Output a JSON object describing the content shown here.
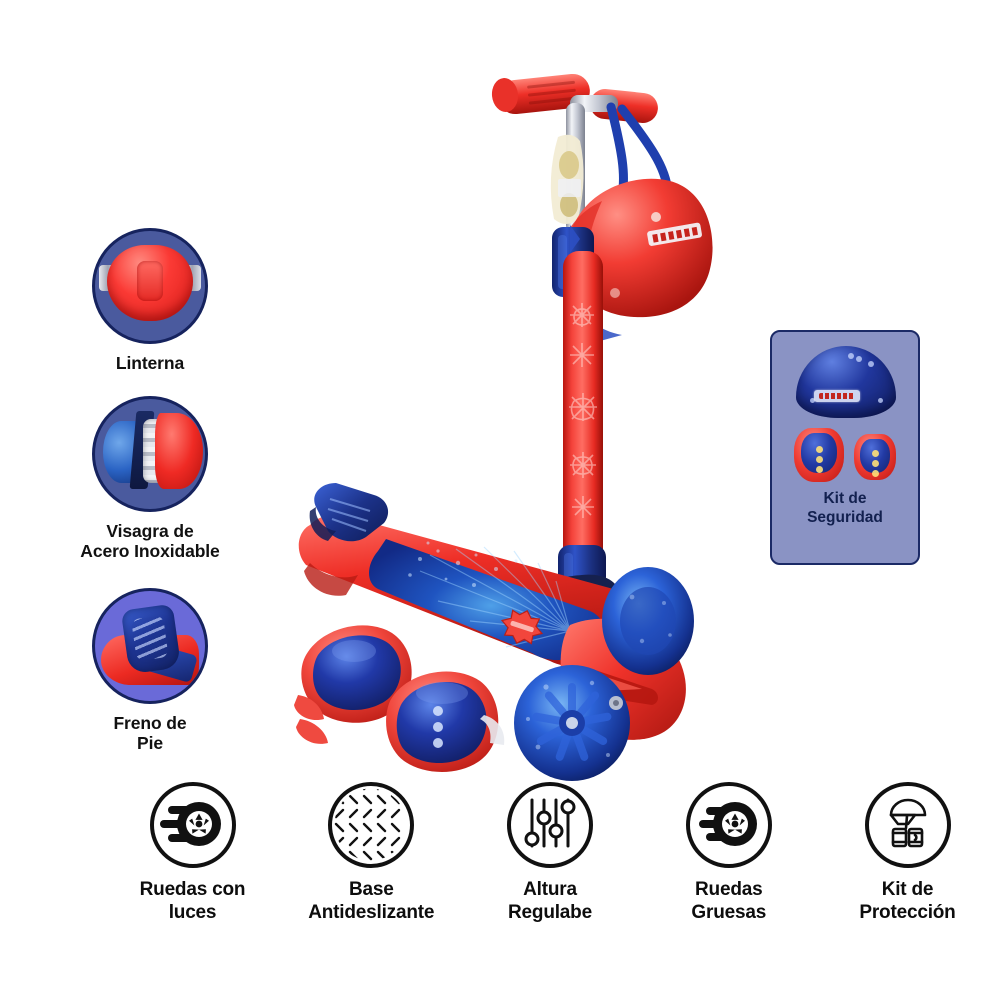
{
  "page": {
    "title": "Scooter infantil 3 ruedas - caracteristicas",
    "background_color": "#ffffff"
  },
  "colors": {
    "scooter_red": "#ee2a24",
    "scooter_blue": "#1e3594",
    "callout_circle_blue": "#4a5a9e",
    "callout_circle_periwinkle": "#6a6ad8",
    "callout_border_navy": "#16235e",
    "kit_panel_bg": "#8a93c4",
    "kit_panel_border": "#1b2a66",
    "icon_black": "#111111",
    "label_text": "#0d0d0d",
    "kit_label_text": "#12204f"
  },
  "left_callouts": [
    {
      "id": "linterna",
      "label": "Linterna",
      "icon": "flashlight-lens-photo",
      "circle_color": "#4a5a9e"
    },
    {
      "id": "visagra",
      "label": "Visagra de\nAcero Inoxidable",
      "label_line1": "Visagra de",
      "label_line2": "Acero Inoxidable",
      "icon": "stainless-hinge-photo",
      "circle_color": "#4a5a9e"
    },
    {
      "id": "freno",
      "label": "Freno de\nPie",
      "label_line1": "Freno de",
      "label_line2": "Pie",
      "icon": "foot-brake-photo",
      "circle_color": "#6a6ad8"
    }
  ],
  "kit_panel": {
    "label_line1": "Kit de",
    "label_line2": "Seguridad",
    "items": [
      {
        "name": "helmet",
        "color": "#21379e"
      },
      {
        "name": "knee-pad-left",
        "color": "#ef3a31"
      },
      {
        "name": "elbow-pad-right",
        "color": "#ef3a31"
      }
    ]
  },
  "bottom_features": [
    {
      "id": "ruedas-con-luces",
      "icon": "wheel-with-motion-lines-icon",
      "line1": "Ruedas con",
      "line2": "luces"
    },
    {
      "id": "base-antideslizante",
      "icon": "anti-slip-texture-icon",
      "line1": "Base",
      "line2": "Antideslizante"
    },
    {
      "id": "altura-regulable",
      "icon": "slider-adjust-icon",
      "line1": "Altura",
      "line2": "Regulabe"
    },
    {
      "id": "ruedas-gruesas",
      "icon": "thick-wheel-icon",
      "line1": "Ruedas",
      "line2": "Gruesas"
    },
    {
      "id": "kit-de-proteccion",
      "icon": "helmet-and-pads-icon",
      "line1": "Kit de",
      "line2": "Protección"
    }
  ],
  "product_image": {
    "name": "three-wheel-kick-scooter",
    "parts": [
      "red-handlebar-grips",
      "chrome-telescopic-stem",
      "red-pole-with-spiderweb-graphics",
      "blue-collar-clamp",
      "red-helmet-hanging-on-handlebar",
      "blue-helmet-strap",
      "red-deck",
      "blue-deck-graphic",
      "blue-rear-foot-brake",
      "blue-light-up-wheels",
      "blue-and-red-protective-pads"
    ]
  }
}
